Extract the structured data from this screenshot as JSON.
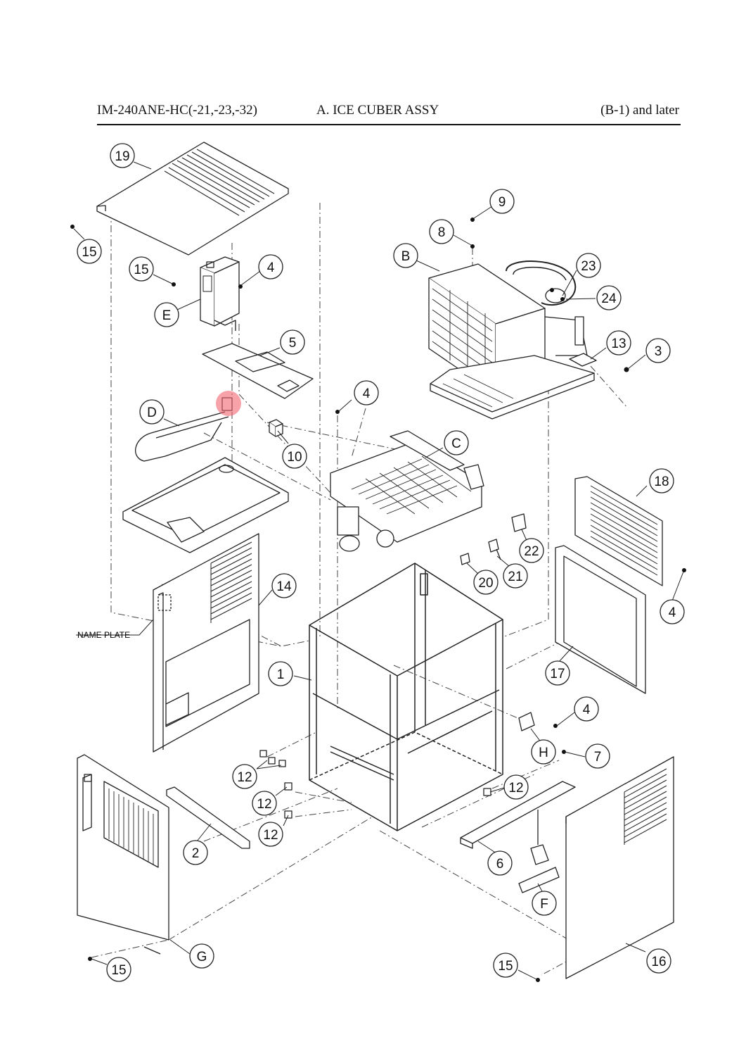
{
  "header": {
    "model": "IM-240ANE-HC(-21,-23,-32)",
    "assembly": "A. ICE CUBER ASSY",
    "serial": "(B-1) and later"
  },
  "highlight_color": "#f0646e",
  "name_plate_label": "NAME PLATE",
  "callouts": {
    "c19": "19",
    "c15_top": "15",
    "c15_e": "15",
    "c4_e": "4",
    "cE": "E",
    "c5": "5",
    "cD": "D",
    "c10": "10",
    "c4_mid": "4",
    "cC": "C",
    "c9": "9",
    "c8": "8",
    "cB": "B",
    "c23": "23",
    "c24": "24",
    "c13": "13",
    "c3": "3",
    "c18": "18",
    "c22": "22",
    "c21": "21",
    "c20": "20",
    "c14": "14",
    "c4_right": "4",
    "c1": "1",
    "c17": "17",
    "c4_h": "4",
    "cH": "H",
    "c7": "7",
    "c12_a": "12",
    "c12_b": "12",
    "c12_c": "12",
    "c12_d": "12",
    "c2": "2",
    "c6": "6",
    "cF": "F",
    "cG": "G",
    "c15_bl": "15",
    "c15_br": "15",
    "c16": "16"
  }
}
